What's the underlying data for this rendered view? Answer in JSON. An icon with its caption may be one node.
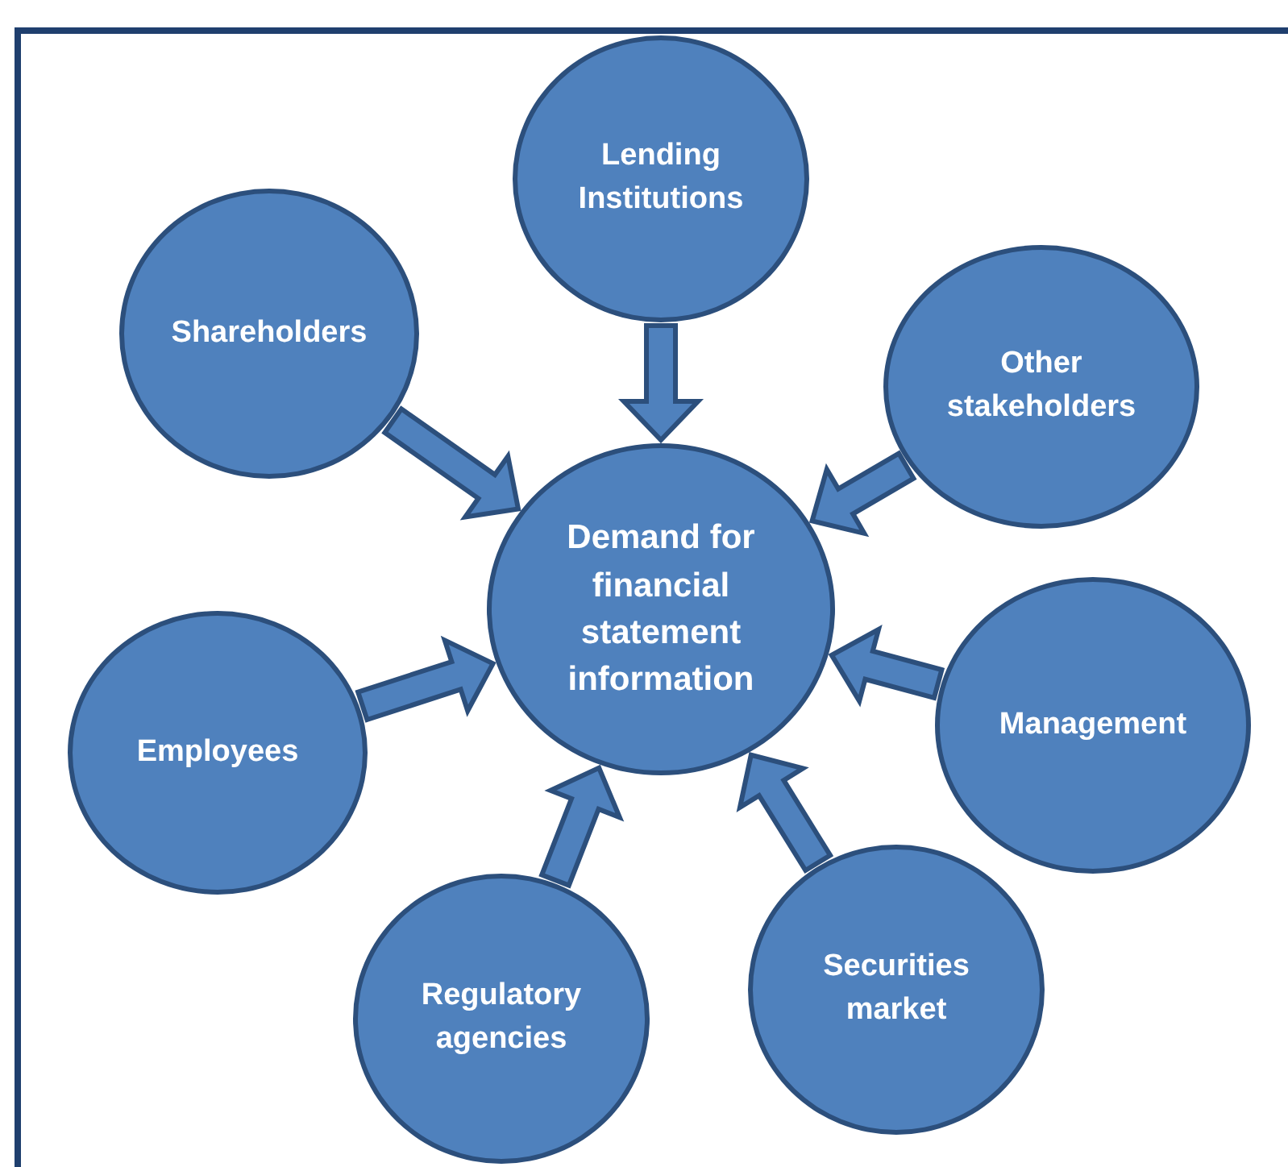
{
  "diagram": {
    "nodes": [
      {
        "text": [
          "Demand for financial statement information"
        ]
      },
      {
        "text": [
          "Lending Institutions"
        ]
      },
      {
        "text": [
          "Shareholders"
        ]
      },
      {
        "text": [
          "Other stakeholders"
        ]
      },
      {
        "text": [
          "Employees"
        ]
      },
      {
        "text": [
          "Management"
        ]
      },
      {
        "text": [
          "Regulatory agencies"
        ]
      },
      {
        "text": [
          "Securities market"
        ]
      }
    ],
    "edges": [
      {
        "from": 1,
        "to": 0,
        "arrow": "to"
      },
      {
        "from": 2,
        "to": 0,
        "arrow": "to"
      },
      {
        "from": 3,
        "to": 0,
        "arrow": "to"
      },
      {
        "from": 4,
        "to": 0,
        "arrow": "to"
      },
      {
        "from": 5,
        "to": 0,
        "arrow": "to"
      },
      {
        "from": 6,
        "to": 0,
        "arrow": "to"
      },
      {
        "from": 7,
        "to": 0,
        "arrow": "to"
      }
    ]
  }
}
